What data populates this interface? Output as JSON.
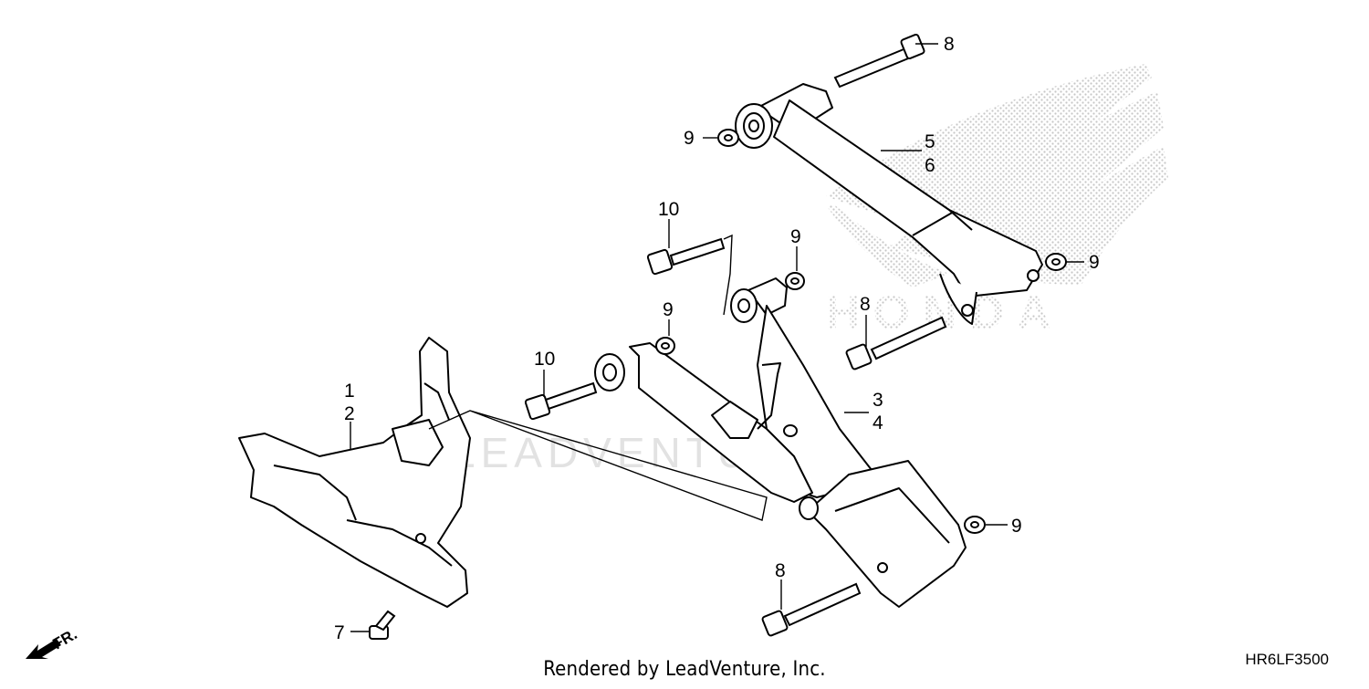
{
  "diagram": {
    "callouts": [
      "1",
      "2",
      "3",
      "4",
      "5",
      "6",
      "7",
      "8",
      "8",
      "8",
      "9",
      "9",
      "9",
      "9",
      "9",
      "10",
      "10"
    ],
    "direction_label": "FR.",
    "watermark_logo_text": "HONDA",
    "watermark_text": "LEADVENTURE"
  },
  "footer": {
    "credit": "Rendered by LeadVenture, Inc.",
    "diagram_code": "HR6LF3500"
  },
  "colors": {
    "line": "#000000",
    "background": "#ffffff",
    "watermark": "#b8b8b8"
  }
}
